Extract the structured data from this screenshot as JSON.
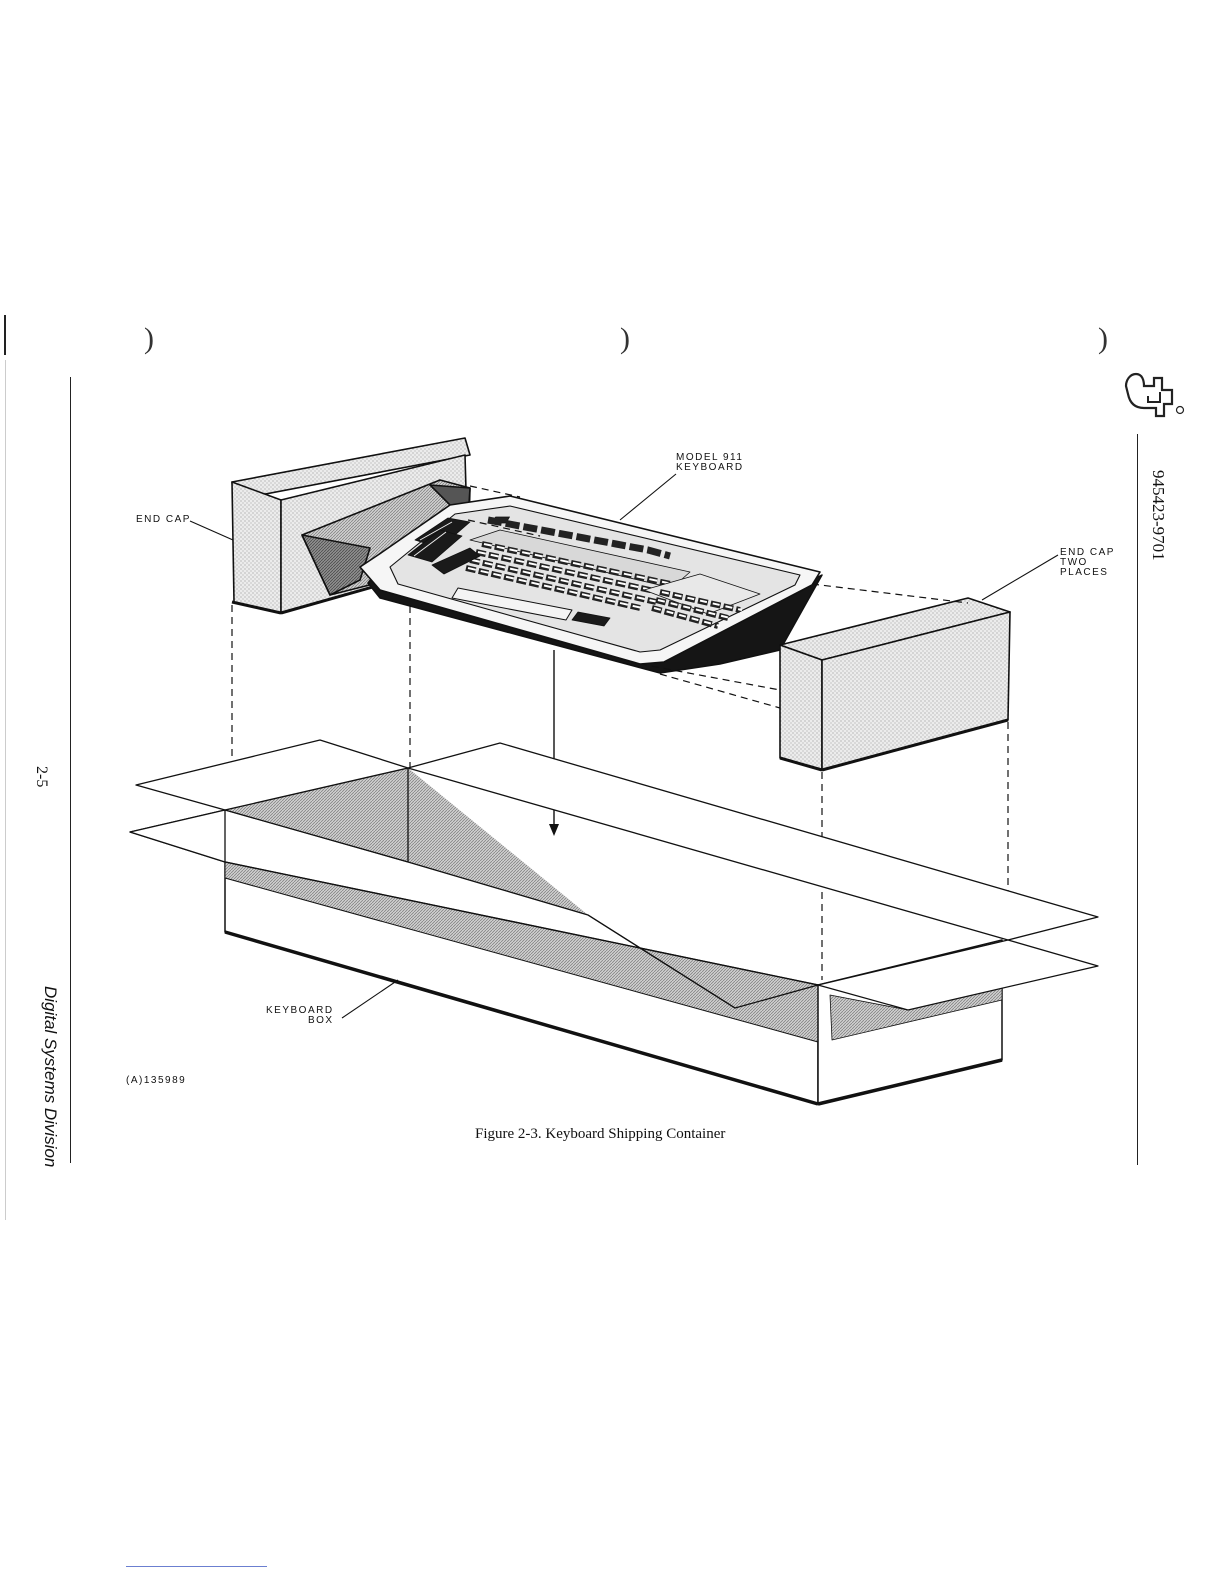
{
  "page": {
    "parens": [
      ")",
      ")",
      ")"
    ],
    "page_number": "2-5",
    "division": "Digital Systems Division",
    "document_number": "945423-9701"
  },
  "figure": {
    "caption": "Figure 2-3. Keyboard Shipping Container",
    "drawing_id": "(A)135989",
    "callouts": {
      "end_cap_left": "END CAP",
      "model_keyboard": "MODEL 911\nKEYBOARD",
      "end_cap_right": "END CAP\nTWO\nPLACES",
      "keyboard_box": "KEYBOARD\nBOX"
    }
  },
  "logo": {
    "name": "ti-logo",
    "registered_mark": "®"
  }
}
